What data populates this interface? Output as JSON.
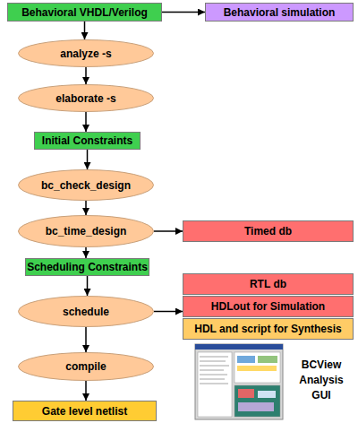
{
  "diagram": {
    "nodes": [
      {
        "text": [
          "Behavioral VHDL/Verilog"
        ]
      },
      {
        "text": [
          "Behavioral simulation"
        ]
      },
      {
        "text": [
          "analyze -s"
        ]
      },
      {
        "text": [
          "elaborate -s"
        ]
      },
      {
        "text": [
          "Initial Constraints"
        ]
      },
      {
        "text": [
          "bc_check_design"
        ]
      },
      {
        "text": [
          "bc_time_design"
        ]
      },
      {
        "text": [
          "Timed db"
        ]
      },
      {
        "text": [
          "Scheduling Constraints"
        ]
      },
      {
        "text": [
          "schedule"
        ]
      },
      {
        "text": [
          "RTL db"
        ]
      },
      {
        "text": [
          "HDLout for Simulation"
        ]
      },
      {
        "text": [
          "HDL and script for Synthesis"
        ]
      },
      {
        "text": [
          "compile"
        ]
      },
      {
        "text": [
          "Gate level netlist"
        ]
      }
    ],
    "edges": [
      {
        "from": 0,
        "to": 1,
        "arrow": "to"
      },
      {
        "from": 0,
        "to": 2,
        "arrow": "to"
      },
      {
        "from": 2,
        "to": 3,
        "arrow": "to"
      },
      {
        "from": 3,
        "to": 4,
        "arrow": "to"
      },
      {
        "from": 4,
        "to": 5,
        "arrow": "to"
      },
      {
        "from": 5,
        "to": 6,
        "arrow": "to"
      },
      {
        "from": 6,
        "to": 7,
        "arrow": "to"
      },
      {
        "from": 6,
        "to": 8,
        "arrow": "to"
      },
      {
        "from": 8,
        "to": 9,
        "arrow": "to"
      },
      {
        "from": 9,
        "to": 11,
        "arrow": "to"
      },
      {
        "from": 9,
        "to": 13,
        "arrow": "to"
      },
      {
        "from": 13,
        "to": 14,
        "arrow": "to"
      }
    ],
    "labels": [
      "BCView Analysis GUI"
    ]
  }
}
